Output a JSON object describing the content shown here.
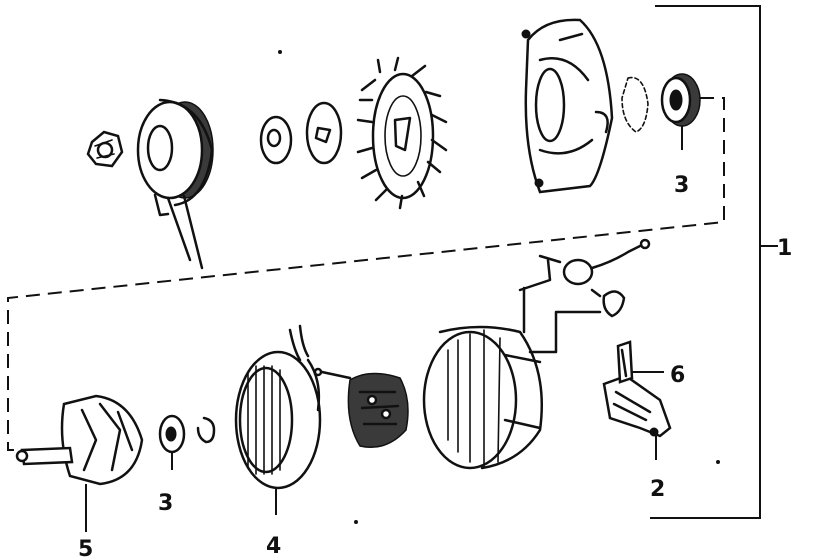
{
  "callouts": {
    "assembly": "1",
    "regulator": "2",
    "bearing_rear": "3",
    "bearing_front": "3",
    "stator": "4",
    "rotor": "5",
    "brush_holder": "6"
  }
}
